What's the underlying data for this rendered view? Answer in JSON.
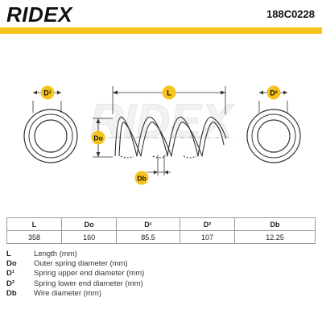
{
  "header": {
    "brand": "RIDEX",
    "part_number": "188C0228",
    "accent_color": "#f6c21c"
  },
  "drawing": {
    "labels": {
      "length": "L",
      "outer_diameter": "Do",
      "upper_end": "D¹",
      "lower_end": "D²",
      "wire": "Db"
    },
    "watermark": "RIDEX"
  },
  "specs": {
    "headers": [
      "L",
      "Do",
      "D¹",
      "D²",
      "Db"
    ],
    "values": [
      "358",
      "160",
      "85.5",
      "107",
      "12.25"
    ]
  },
  "legend": [
    {
      "key": "L",
      "text": "Length (mm)"
    },
    {
      "key": "Do",
      "text": "Outer spring diameter (mm)"
    },
    {
      "key": "D¹",
      "text": "Spring upper end diameter (mm)"
    },
    {
      "key": "D²",
      "text": "Spring lower end diameter (mm)"
    },
    {
      "key": "Db",
      "text": "Wire diameter (mm)"
    }
  ]
}
